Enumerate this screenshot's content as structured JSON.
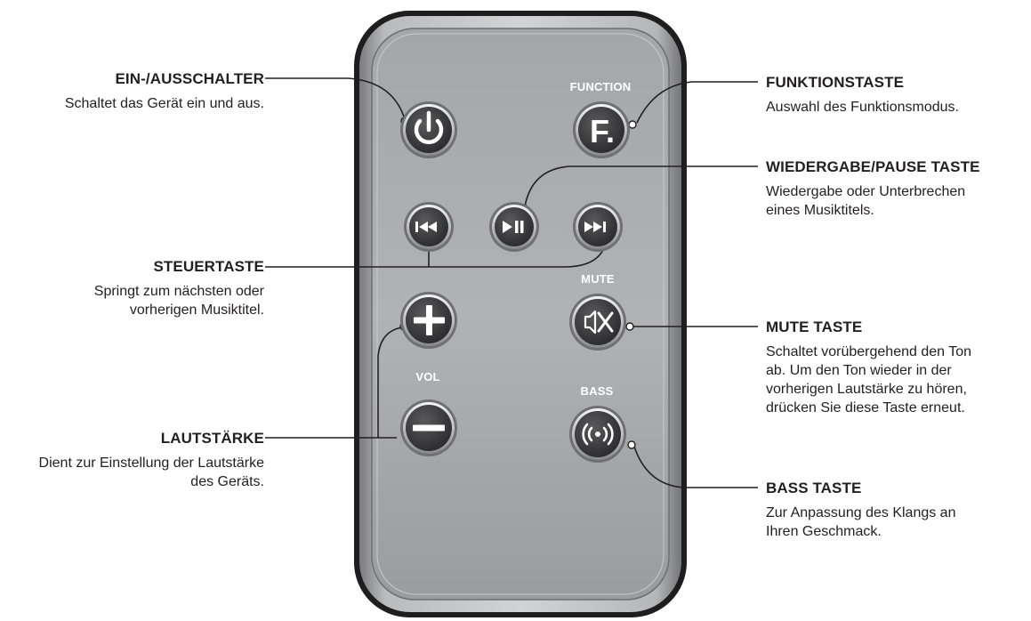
{
  "remote": {
    "button_labels": {
      "function": "FUNCTION",
      "function_glyph": "F.",
      "mute": "MUTE",
      "vol": "VOL",
      "bass": "BASS"
    }
  },
  "callouts": {
    "power": {
      "title": "EIN-/AUSSCHALTER",
      "desc": "Schaltet das Gerät ein und aus."
    },
    "function": {
      "title": "FUNKTIONSTASTE",
      "desc": "Auswahl des Funktionsmodus."
    },
    "play_pause": {
      "title": "WIEDERGABE/PAUSE TASTE",
      "desc_line1": "Wiedergabe oder Unterbrechen",
      "desc_line2": "eines Musiktitels."
    },
    "skip": {
      "title": "STEUERTASTE",
      "desc_line1": "Springt zum nächsten oder",
      "desc_line2": "vorherigen Musiktitel."
    },
    "mute": {
      "title": "MUTE TASTE",
      "desc_line1": "Schaltet vorübergehend den Ton",
      "desc_line2": "ab. Um den Ton wieder in der",
      "desc_line3": "vorherigen Lautstärke zu hören,",
      "desc_line4": "drücken Sie diese Taste erneut."
    },
    "volume": {
      "title": "LAUTSTÄRKE",
      "desc_line1": "Dient zur Einstellung der Lautstärke",
      "desc_line2": "des Geräts."
    },
    "bass": {
      "title": "BASS TASTE",
      "desc_line1": "Zur Anpassung des Klangs an",
      "desc_line2": "Ihren Geschmack."
    }
  },
  "icons": {
    "power": "power-icon",
    "function": "function-icon",
    "previous": "previous-track-icon",
    "play_pause": "play-pause-icon",
    "next": "next-track-icon",
    "volume_up": "plus-icon",
    "volume_down": "minus-icon",
    "mute": "mute-icon",
    "bass": "bass-icon"
  },
  "colors": {
    "remote_body": "#8e9094",
    "remote_face": "#a9abae",
    "remote_rim": "#231f20",
    "button_fill": "#3a3a3c",
    "leader_line": "#231f20"
  }
}
